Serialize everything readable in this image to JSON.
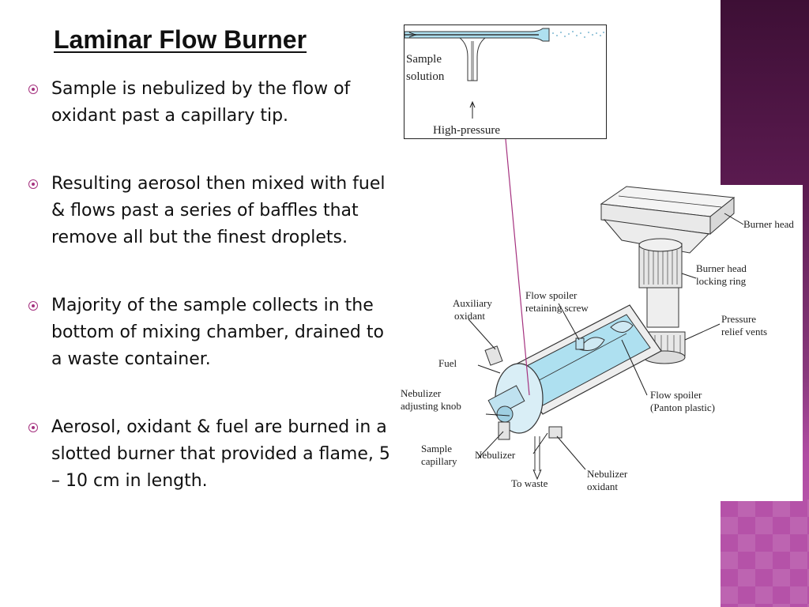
{
  "slide": {
    "title": "Laminar Flow Burner",
    "bullets": [
      "Sample is nebulized by the flow of oxidant past a capillary tip.",
      "Resulting aerosol then mixed with fuel & flows past a series of baffles that remove all but the finest droplets.",
      "Majority of the sample collects in the bottom of mixing chamber, drained to a waste container.",
      "Aerosol, oxidant & fuel are burned in a slotted burner that provided a flame, 5 – 10 cm in length."
    ]
  },
  "inset_figure": {
    "labels": {
      "sample_line1": "Sample",
      "sample_line2": "solution",
      "high_pressure": "High-pressure"
    }
  },
  "burner_figure": {
    "labels": {
      "burner_head": "Burner head",
      "locking_ring_line1": "Burner head",
      "locking_ring_line2": "locking ring",
      "pressure_line1": "Pressure",
      "pressure_line2": "relief vents",
      "aux_line1": "Auxiliary",
      "aux_line2": "oxidant",
      "spoiler_screw_line1": "Flow spoiler",
      "spoiler_screw_line2": "retaining screw",
      "fuel": "Fuel",
      "nebulizer_knob_line1": "Nebulizer",
      "nebulizer_knob_line2": "adjusting knob",
      "flow_spoiler_line1": "Flow spoiler",
      "flow_spoiler_line2": "(Panton plastic)",
      "sample_cap_line1": "Sample",
      "sample_cap_line2": "capillary",
      "nebulizer": "Nebulizer",
      "to_waste": "To waste",
      "neb_oxidant_line1": "Nebulizer",
      "neb_oxidant_line2": "oxidant"
    }
  },
  "colors": {
    "accent": "#a5327f",
    "fluid_blue": "#aee0f0",
    "band_dark": "#3d0f35",
    "band_light": "#b552a8"
  }
}
